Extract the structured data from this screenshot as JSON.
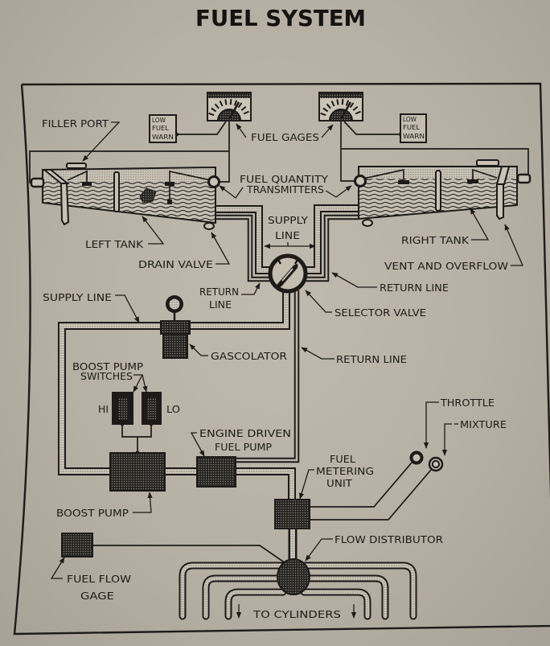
{
  "title": "FUEL SYSTEM",
  "indicators": {
    "fuel_gages": "FUEL GAGES",
    "low_fuel_warn_left": [
      "LOW",
      "FUEL",
      "WARN"
    ],
    "low_fuel_warn_right": [
      "LOW",
      "FUEL",
      "WARN"
    ]
  },
  "tanks": {
    "filler_port": "FILLER PORT",
    "fuel_quantity_transmitters": [
      "FUEL QUANTITY",
      "TRANSMITTERS"
    ],
    "left_tank": "LEFT TANK",
    "right_tank": "RIGHT TANK",
    "drain_valve": "DRAIN VALVE",
    "vent_and_overflow": "VENT AND OVERFLOW"
  },
  "lines": {
    "supply_line_center": [
      "SUPPLY",
      "LINE"
    ],
    "return_line_left": [
      "RETURN",
      "LINE"
    ],
    "return_line_right": "RETURN LINE",
    "supply_line_left": "SUPPLY LINE",
    "return_line_lower": "RETURN LINE"
  },
  "components": {
    "selector_valve": "SELECTOR VALVE",
    "gascolator": "GASCOLATOR",
    "boost_pump_switches": [
      "BOOST PUMP",
      "SWITCHES"
    ],
    "switch_hi": "HI",
    "switch_lo": "LO",
    "engine_driven_fuel_pump": [
      "ENGINE DRIVEN",
      "FUEL PUMP"
    ],
    "boost_pump": "BOOST PUMP",
    "fuel_metering_unit": [
      "FUEL",
      "METERING",
      "UNIT"
    ],
    "throttle": "THROTTLE",
    "mixture": "MIXTURE",
    "flow_distributor": "FLOW DISTRIBUTOR",
    "fuel_flow_gage": [
      "FUEL FLOW",
      "GAGE"
    ],
    "to_cylinders": "TO CYLINDERS"
  }
}
